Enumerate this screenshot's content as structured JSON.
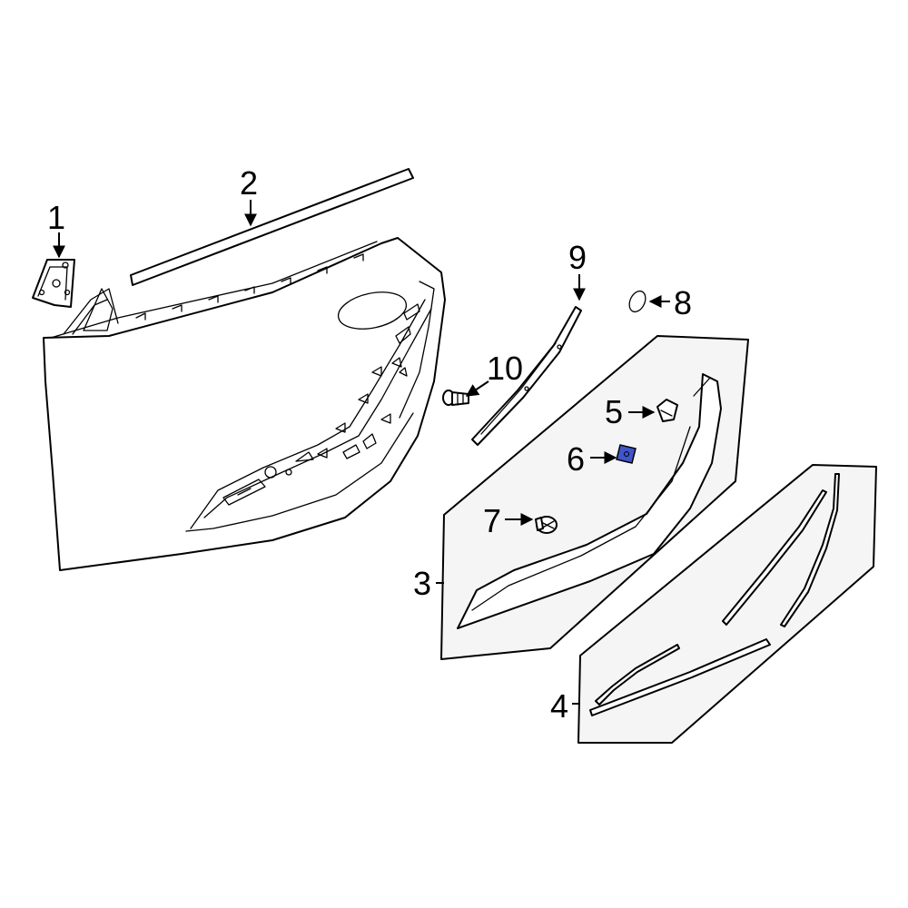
{
  "callouts": {
    "c1": "1",
    "c2": "2",
    "c3": "3",
    "c4": "4",
    "c5": "5",
    "c6": "6",
    "c7": "7",
    "c8": "8",
    "c9": "9",
    "c10": "10"
  },
  "colors": {
    "highlight_part": "#3f55c8",
    "panel_fill": "#f5f5f5",
    "line": "#000000"
  }
}
